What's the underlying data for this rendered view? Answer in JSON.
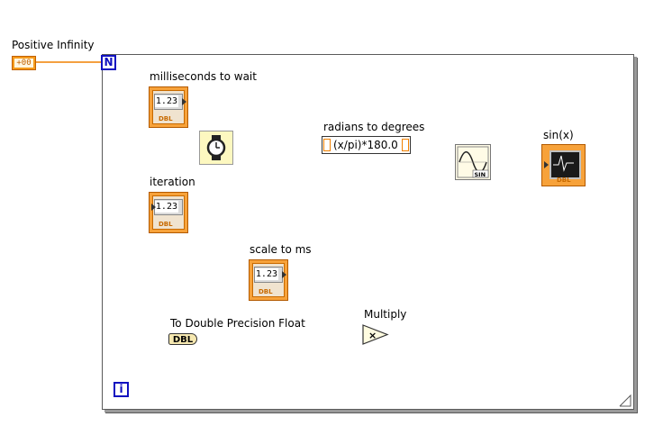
{
  "labels": {
    "positive_infinity": "Positive Infinity",
    "milliseconds_to_wait": "milliseconds to wait",
    "iteration": "iteration",
    "scale_to_ms": "scale to ms",
    "to_double": "To Double Precision Float",
    "multiply": "Multiply",
    "radians_to_degrees": "radians to degrees",
    "sin_x": "sin(x)"
  },
  "constants": {
    "positive_infinity_value": "+00"
  },
  "terminals": {
    "count": "N",
    "iteration": "i"
  },
  "controls": {
    "ms_wait_value": "1.23",
    "iteration_value": "1.23",
    "scale_value": "1.23",
    "type": "DBL"
  },
  "functions": {
    "formula_expr": "(x/pi)*180.0",
    "dbl_convert": "DBL",
    "sine_label": "SIN",
    "multiply_symbol": "×"
  },
  "colors": {
    "wire_orange": "#f08000",
    "wire_blue": "#1c1cc8",
    "terminal_orange": "#f7a23a"
  }
}
